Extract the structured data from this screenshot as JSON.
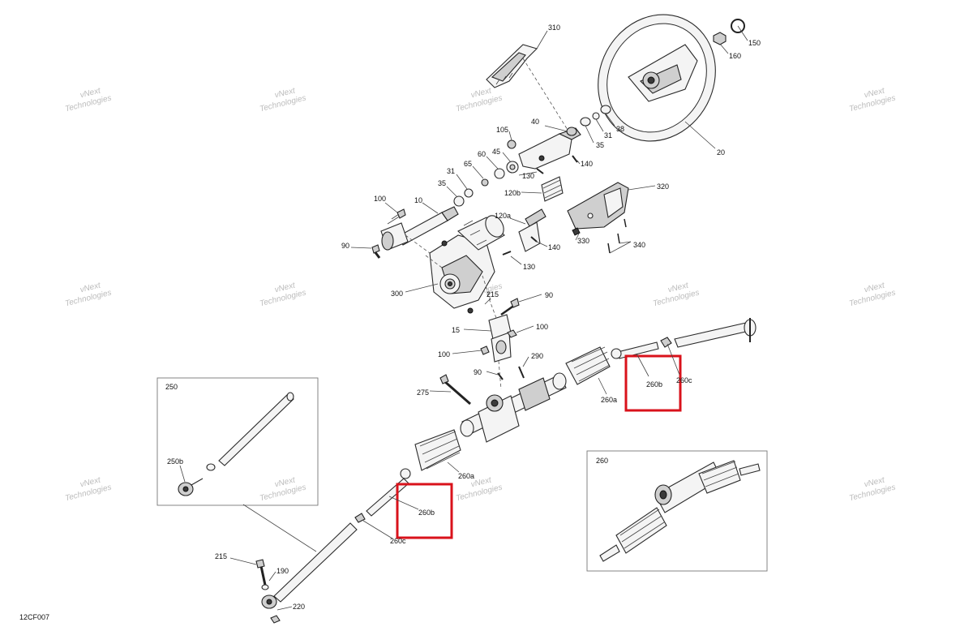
{
  "diagram_code": "12CF007",
  "watermark_lines": [
    "vNext",
    "Technologies"
  ],
  "highlight_color": "#d9121b",
  "inset_labels": {
    "tie_rod_inset": "250",
    "rack_inset": "260"
  },
  "callouts": {
    "c310": "310",
    "c150": "150",
    "c160": "160",
    "c20": "20",
    "c38": "38",
    "c31a": "31",
    "c35a": "35",
    "c40": "40",
    "c105": "105",
    "c45": "45",
    "c60": "60",
    "c65": "65",
    "c31b": "31",
    "c35b": "35",
    "c130a": "130",
    "c140a": "140",
    "c120b": "120b",
    "c100a": "100",
    "c10": "10",
    "c90a": "90",
    "c120a": "120a",
    "c140b": "140",
    "c130b": "130",
    "c320": "320",
    "c330": "330",
    "c340": "340",
    "c300": "300",
    "c215a": "215",
    "c90b": "90",
    "c15": "15",
    "c100b": "100",
    "c100c": "100",
    "c290": "290",
    "c90c": "90",
    "c275": "275",
    "c260a": "260a",
    "c260b1": "260b",
    "c260c1": "260c",
    "c260a2": "260a",
    "c260b2": "260b",
    "c260c2": "260c",
    "c250b": "250b",
    "c215b": "215",
    "c190": "190",
    "c220": "220"
  }
}
